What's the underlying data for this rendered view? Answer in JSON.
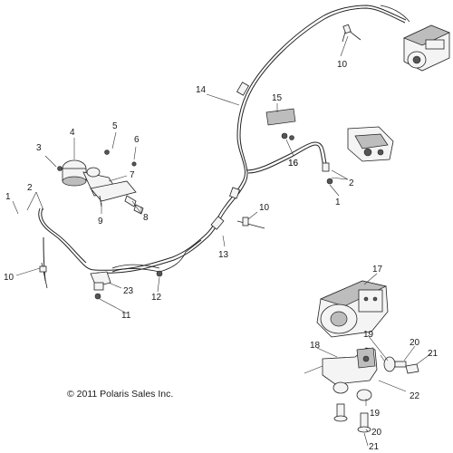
{
  "copyright": "© 2011 Polaris Sales Inc.",
  "callouts": {
    "c1a": "1",
    "c1b": "1",
    "c2a": "2",
    "c2b": "2",
    "c3": "3",
    "c4": "4",
    "c5": "5",
    "c6": "6",
    "c7": "7",
    "c8": "8",
    "c9": "9",
    "c10a": "10",
    "c10b": "10",
    "c10c": "10",
    "c11": "11",
    "c12": "12",
    "c13": "13",
    "c14": "14",
    "c15": "15",
    "c16": "16",
    "c17": "17",
    "c18": "18",
    "c19a": "19",
    "c19b": "19",
    "c20a": "20",
    "c20b": "20",
    "c21a": "21",
    "c21b": "21",
    "c22": "22",
    "c23": "23"
  }
}
